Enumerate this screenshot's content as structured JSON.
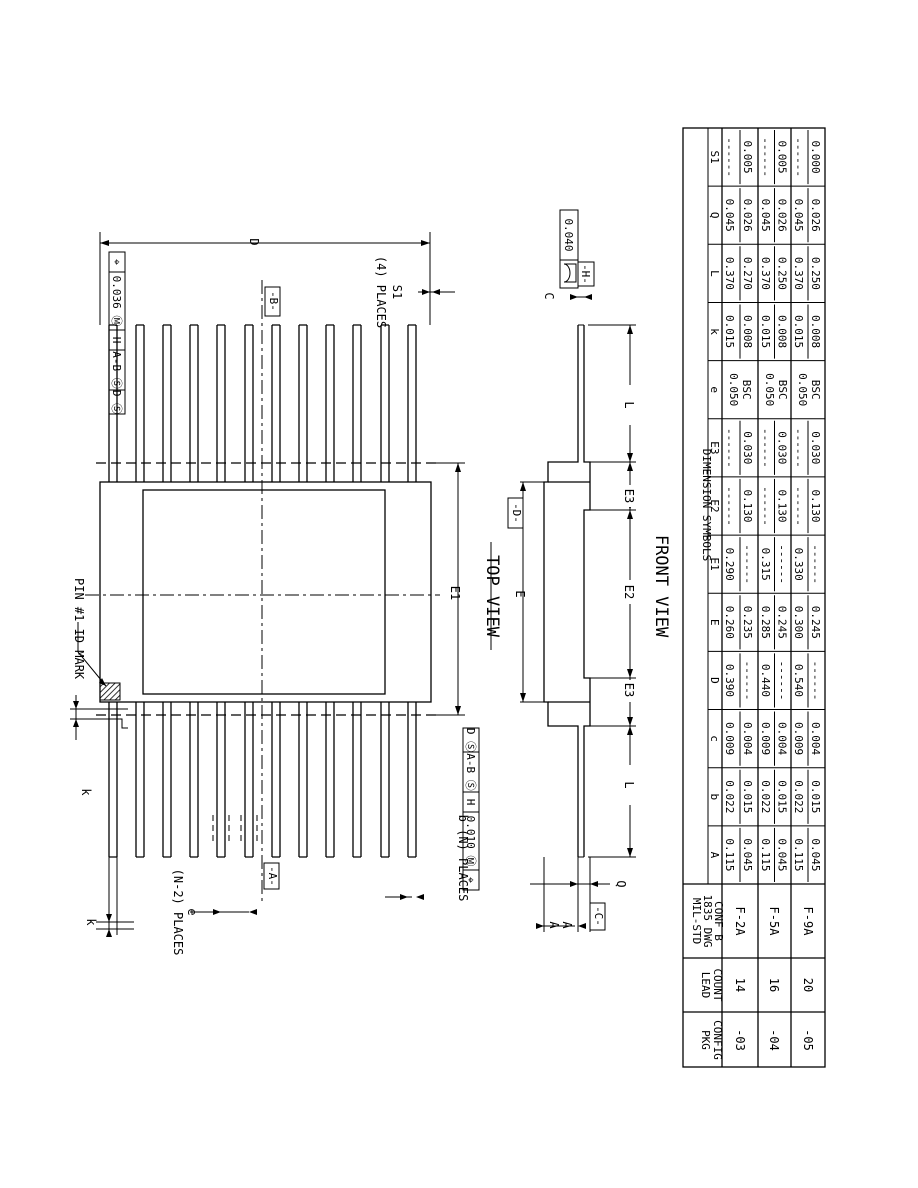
{
  "drawing": {
    "pin_id": "PIN #1 ID MARK",
    "top_view": "TOP VIEW",
    "front_view": "FRONT VIEW",
    "d": "D",
    "e1": "E1",
    "e": "E",
    "e2": "E2",
    "e3": "E3",
    "l": "L",
    "k": "k",
    "a": "A",
    "q": "Q",
    "c": "C",
    "s1": "S1",
    "places4": "(4) PLACES",
    "placesN2": "(N-2) PLACES",
    "e_sym": "e",
    "b_places": "b (N) PLACES",
    "datum_a": "-A-",
    "datum_b": "-B-",
    "datum_c": "-C-",
    "datum_d": "-D-",
    "datum_h": "-H-",
    "fcf_top": [
      "⌖",
      "0.036 Ⓜ",
      "H",
      "A-B Ⓢ",
      "D Ⓢ"
    ],
    "fcf_bottom": [
      "⌖",
      "0.010 Ⓜ",
      "H",
      "A-B Ⓢ",
      "D Ⓢ"
    ],
    "flat_tol": "0.040"
  },
  "table": {
    "title": "DIMENSION SYMBOLS",
    "h_pkg": [
      "PKG",
      "CONFIG"
    ],
    "h_lead": [
      "LEAD",
      "COUNT"
    ],
    "h_mil": [
      "MIL-STD",
      "1835 DWG",
      "CONF B"
    ],
    "symbols": [
      "A",
      "b",
      "c",
      "D",
      "E",
      "E1",
      "E2",
      "E3",
      "e",
      "k",
      "L",
      "Q",
      "S1"
    ],
    "rows": [
      {
        "pkg": "-03",
        "lead": "14",
        "mil": "F-2A",
        "vals": [
          [
            "0.115",
            "0.045"
          ],
          [
            "0.022",
            "0.015"
          ],
          [
            "0.009",
            "0.004"
          ],
          [
            "0.390",
            "------"
          ],
          [
            "0.260",
            "0.235"
          ],
          [
            "0.290",
            "------"
          ],
          [
            "------",
            "0.130"
          ],
          [
            "------",
            "0.030"
          ],
          [
            "0.050",
            "BSC"
          ],
          [
            "0.015",
            "0.008"
          ],
          [
            "0.370",
            "0.270"
          ],
          [
            "0.045",
            "0.026"
          ],
          [
            "------",
            "0.005"
          ]
        ]
      },
      {
        "pkg": "-04",
        "lead": "16",
        "mil": "F-5A",
        "vals": [
          [
            "0.115",
            "0.045"
          ],
          [
            "0.022",
            "0.015"
          ],
          [
            "0.009",
            "0.004"
          ],
          [
            "0.440",
            "------"
          ],
          [
            "0.285",
            "0.245"
          ],
          [
            "0.315",
            "------"
          ],
          [
            "------",
            "0.130"
          ],
          [
            "------",
            "0.030"
          ],
          [
            "0.050",
            "BSC"
          ],
          [
            "0.015",
            "0.008"
          ],
          [
            "0.370",
            "0.250"
          ],
          [
            "0.045",
            "0.026"
          ],
          [
            "------",
            "0.005"
          ]
        ]
      },
      {
        "pkg": "-05",
        "lead": "20",
        "mil": "F-9A",
        "vals": [
          [
            "0.115",
            "0.045"
          ],
          [
            "0.022",
            "0.015"
          ],
          [
            "0.009",
            "0.004"
          ],
          [
            "0.540",
            "------"
          ],
          [
            "0.300",
            "0.245"
          ],
          [
            "0.330",
            "------"
          ],
          [
            "------",
            "0.130"
          ],
          [
            "------",
            "0.030"
          ],
          [
            "0.050",
            "BSC"
          ],
          [
            "0.015",
            "0.008"
          ],
          [
            "0.370",
            "0.250"
          ],
          [
            "0.045",
            "0.026"
          ],
          [
            "------",
            "0.000"
          ]
        ]
      }
    ]
  }
}
